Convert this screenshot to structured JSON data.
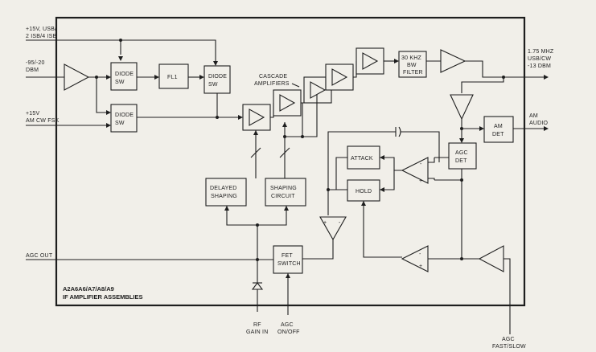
{
  "inputs": {
    "pwr_usb_isb": [
      "+15V, USB/",
      "2 ISB/4 ISB"
    ],
    "rf_level": [
      "-95/-20",
      "DBM"
    ],
    "pwr_am_cw_fsk": [
      "+15V",
      "AM CW FSK"
    ],
    "agc_out": "AGC OUT"
  },
  "outputs": {
    "if_out": [
      "1.75 MHZ",
      "USB/CW",
      "-13 DBM"
    ],
    "am_audio": [
      "AM",
      "AUDIO"
    ]
  },
  "blocks": {
    "diode_sw_1": [
      "DIODE",
      "SW"
    ],
    "fl1": "FL1",
    "diode_sw_2": [
      "DIODE",
      "SW"
    ],
    "diode_sw_3": [
      "DIODE",
      "SW"
    ],
    "cascade_amplifiers": [
      "CASCADE",
      "AMPLIFIERS"
    ],
    "bw_filter": [
      "30 KHZ",
      "BW",
      "FILTER"
    ],
    "am_det": [
      "AM",
      "DET"
    ],
    "agc_det": [
      "AGC",
      "DET"
    ],
    "attack": "ATTACK",
    "hold": "HOLD",
    "delayed_shaping": [
      "DELAYED",
      "SHAPING"
    ],
    "shaping_circuit": [
      "SHAPING",
      "CIRCUIT"
    ],
    "fet_switch": [
      "FET",
      "SWITCH"
    ]
  },
  "bottom_inputs": {
    "rf_gain_in": [
      "RF",
      "GAIN IN"
    ],
    "agc_on_off": [
      "AGC",
      "ON/OFF"
    ],
    "agc_fast_slow": [
      "AGC",
      "FAST/SLOW"
    ]
  },
  "assembly_title": [
    "A2A6A6/A7/A8/A9",
    "IF AMPLIFIER ASSEMBLIES"
  ],
  "signs": {
    "plus": "+",
    "minus": "-"
  },
  "capacitor_glyph": "||("
}
